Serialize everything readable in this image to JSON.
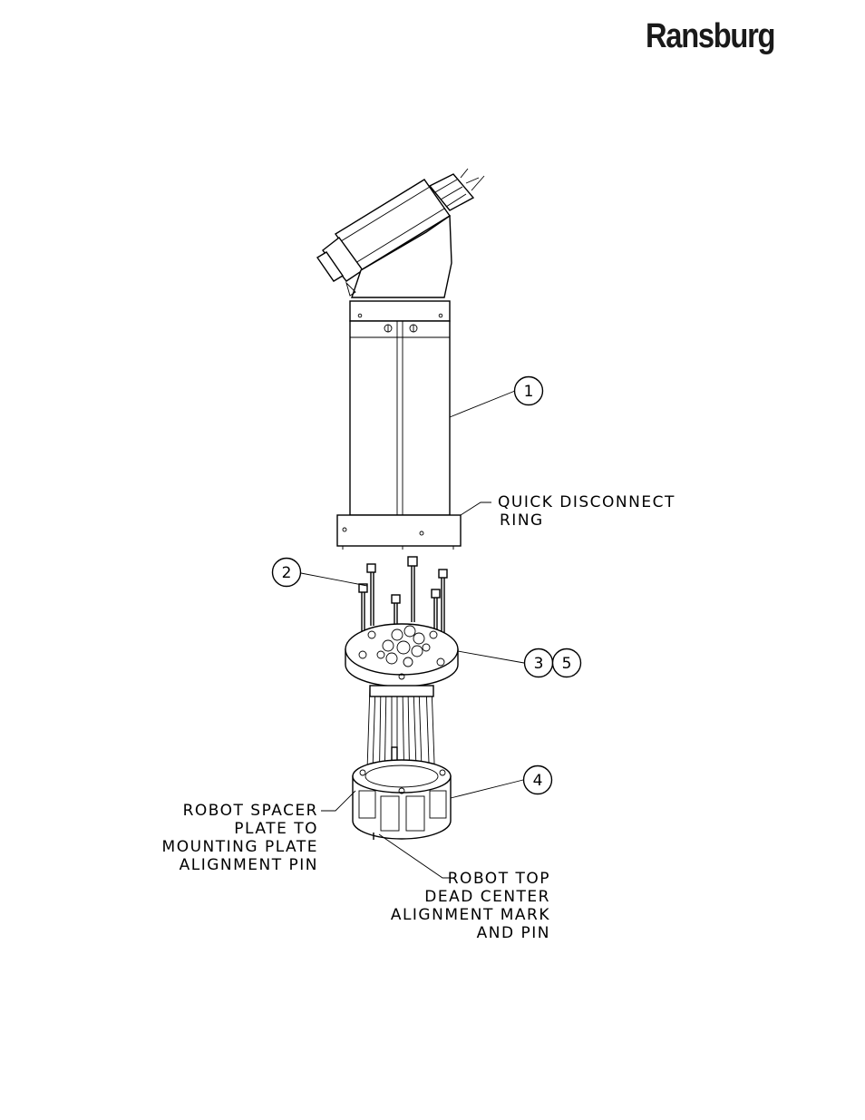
{
  "brand": {
    "logo_text": "Ransburg"
  },
  "callouts": {
    "item_1": "1",
    "item_2": "2",
    "item_3": "3",
    "item_4": "4",
    "item_5": "5"
  },
  "labels": {
    "quick_disconnect": [
      "QUICK  DISCONNECT",
      "RING"
    ],
    "spacer_pin": [
      "ROBOT  SPACER",
      "PLATE  TO",
      "MOUNTING  PLATE",
      "ALIGNMENT  PIN"
    ],
    "top_dead_center": [
      "ROBOT  TOP",
      "DEAD  CENTER",
      "ALIGNMENT  MARK",
      "AND  PIN"
    ]
  }
}
